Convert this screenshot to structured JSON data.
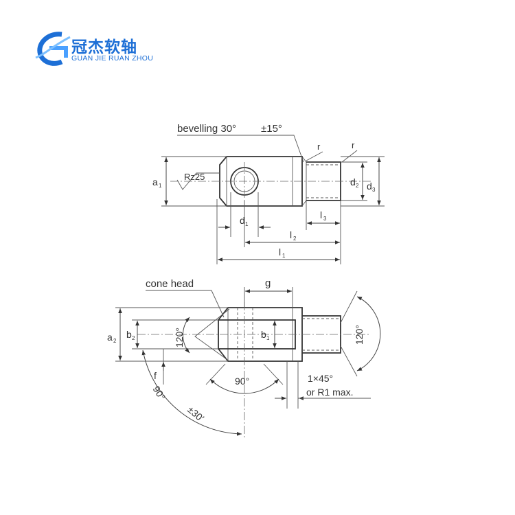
{
  "brand": {
    "name_cn": "冠杰软轴",
    "name_en": "GUAN JIE RUAN ZHOU",
    "color": "#1d6fd6"
  },
  "top_view": {
    "bevelling_label": "bevelling 30°",
    "bevelling_tol": "±15°",
    "r_left": "r",
    "r_right": "r",
    "rz": "Rz25",
    "a1": "a",
    "a1_sub": "1",
    "d1": "d",
    "d1_sub": "1",
    "d2": "d",
    "d2_sub": "2",
    "d3": "d",
    "d3_sub": "3",
    "l1": "l",
    "l1_sub": "1",
    "l2": "l",
    "l2_sub": "2",
    "l3": "l",
    "l3_sub": "3"
  },
  "side_view": {
    "cone_head": "cone head",
    "g": "g",
    "a2": "a",
    "a2_sub": "2",
    "b2": "b",
    "b2_sub": "2",
    "b1": "b",
    "b1_sub": "1",
    "f": "f",
    "angle_120_left": "120°",
    "angle_120_right": "120°",
    "angle_90": "90°",
    "angle_90_lower": "90°",
    "angle_tol": "±30′",
    "chamfer_1": "1×45°",
    "chamfer_2": "or R1 max."
  }
}
